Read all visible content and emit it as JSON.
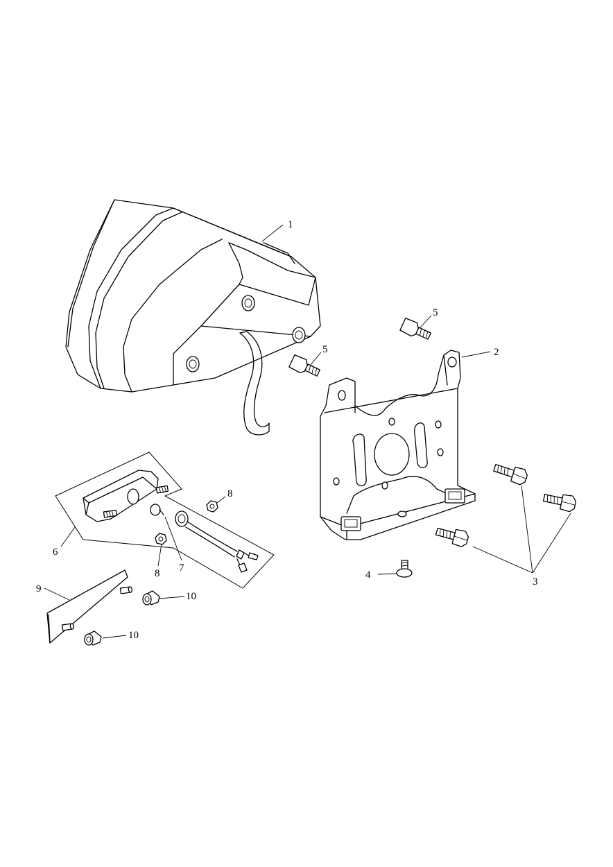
{
  "callouts": [
    {
      "id": "c1",
      "label": "1"
    },
    {
      "id": "c2",
      "label": "2"
    },
    {
      "id": "c3",
      "label": "3"
    },
    {
      "id": "c4",
      "label": "4"
    },
    {
      "id": "c5a",
      "label": "5"
    },
    {
      "id": "c5b",
      "label": "5"
    },
    {
      "id": "c6",
      "label": "6"
    },
    {
      "id": "c7",
      "label": "7"
    },
    {
      "id": "c8a",
      "label": "8"
    },
    {
      "id": "c8b",
      "label": "8"
    },
    {
      "id": "c9",
      "label": "9"
    },
    {
      "id": "c10a",
      "label": "10"
    },
    {
      "id": "c10b",
      "label": "10"
    }
  ]
}
